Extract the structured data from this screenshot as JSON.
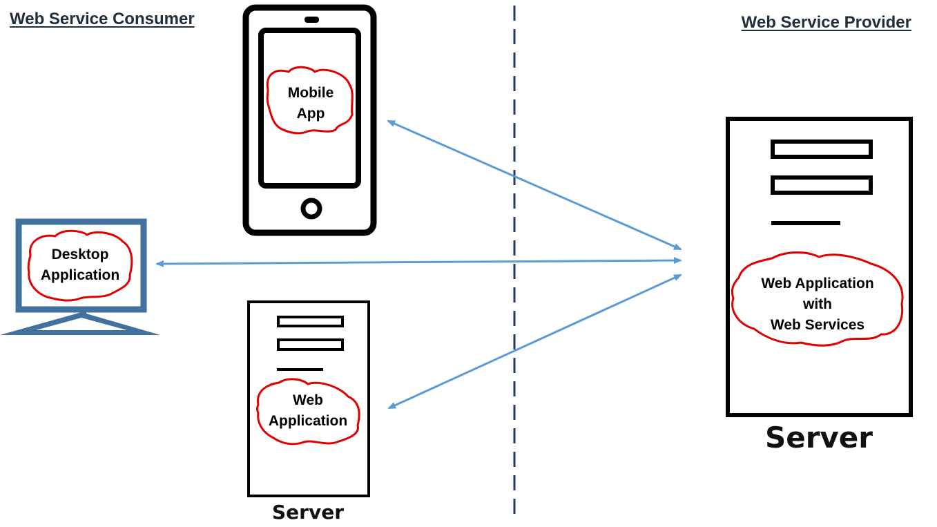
{
  "headings": {
    "consumer": "Web Service Consumer",
    "provider": "Web Service Provider"
  },
  "consumers": {
    "mobile": {
      "line1": "Mobile",
      "line2": "App"
    },
    "desktop": {
      "line1": "Desktop",
      "line2": "Application"
    },
    "web_server": {
      "line1": "Web",
      "line2": "Application",
      "caption": "Server"
    }
  },
  "provider": {
    "line1": "Web Application",
    "line2": "with",
    "line3": "Web Services",
    "caption": "Server"
  },
  "colors": {
    "arrow": "#5b9bd5",
    "divider": "#1f3864",
    "cloud_outline": "#e00000",
    "monitor": "#41719c",
    "device": "#000000"
  },
  "icons": [
    "mobile-phone-icon",
    "desktop-monitor-icon",
    "server-icon",
    "cloud-outline-icon"
  ]
}
